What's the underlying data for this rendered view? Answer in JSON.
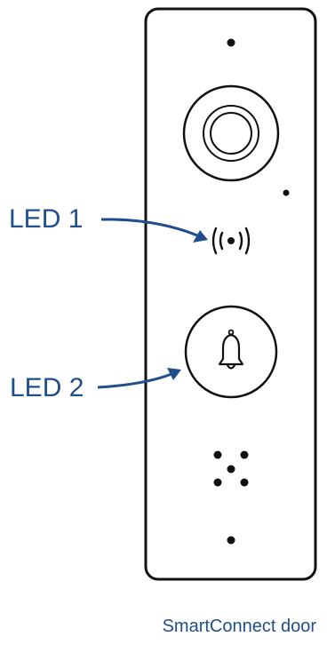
{
  "callouts": {
    "led1": "LED 1",
    "led2": "LED 2"
  },
  "caption": "SmartConnect door",
  "colors": {
    "accent": "#1f4e8c",
    "outline": "#111111",
    "background": "#ffffff"
  },
  "icons": {
    "camera": "camera-lens-icon",
    "wireless": "wireless-signal-icon",
    "bell": "bell-icon",
    "speaker": "speaker-grille-icon"
  }
}
